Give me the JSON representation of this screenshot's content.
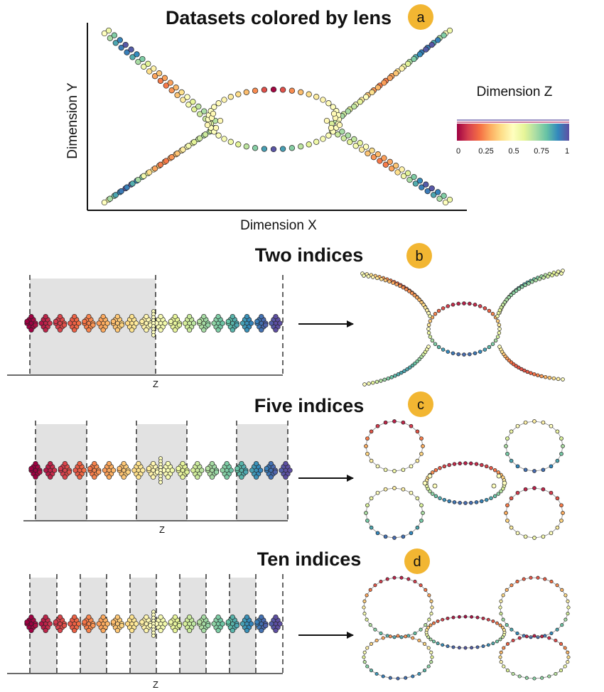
{
  "panel_a": {
    "title": "Datasets colored by lens",
    "badge": "a",
    "xlabel": "Dimension X",
    "ylabel": "Dimension Y",
    "legend": {
      "title": "Dimension Z",
      "ticks": [
        "0",
        "0.25",
        "0.5",
        "0.75",
        "1"
      ]
    }
  },
  "panels": [
    {
      "title": "Two indices",
      "badge": "b",
      "axis_label": "Z",
      "bins": 2
    },
    {
      "title": "Five indices",
      "badge": "c",
      "axis_label": "Z",
      "bins": 5
    },
    {
      "title": "Ten indices",
      "badge": "d",
      "axis_label": "Z",
      "bins": 10
    }
  ],
  "colors": {
    "badge": "#f2b632",
    "bin_shade": "#e2e2e2",
    "colormap": [
      "#9e0142",
      "#d53e4f",
      "#f46d43",
      "#fdae61",
      "#fee08b",
      "#ffffbf",
      "#e6f598",
      "#abdda4",
      "#66c2a5",
      "#3288bd",
      "#5e4fa2"
    ]
  }
}
